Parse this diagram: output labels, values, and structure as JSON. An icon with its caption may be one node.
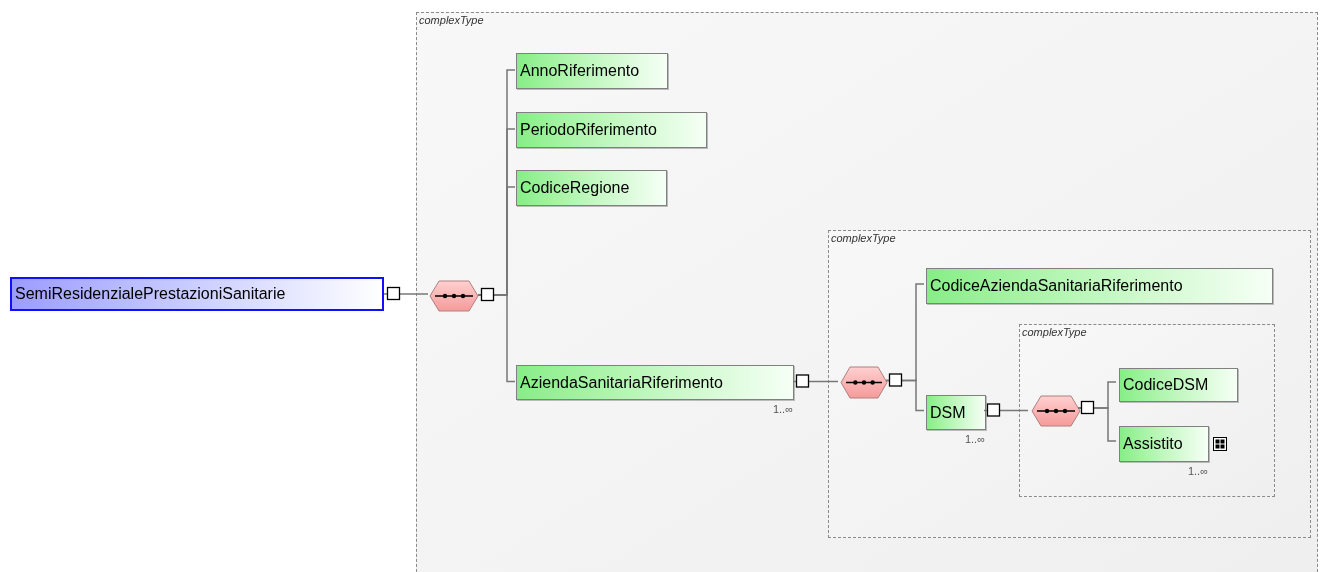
{
  "diagram": {
    "nodes": [
      {
        "text": [
          "SemiResidenzialePrestazioniSanitarie"
        ]
      },
      {
        "text": [
          "complexType"
        ]
      },
      {
        "text": [],
        "shape": "hexagon",
        "in": 1
      },
      {
        "text": [
          "AnnoRiferimento"
        ],
        "in": 1
      },
      {
        "text": [
          "PeriodoRiferimento"
        ],
        "in": 1
      },
      {
        "text": [
          "CodiceRegione"
        ],
        "in": 1
      },
      {
        "text": [
          "AziendaSanitariaRiferimento"
        ],
        "in": 1,
        "beside": [
          "1..∞"
        ]
      },
      {
        "text": [
          "complexType"
        ],
        "in": 1
      },
      {
        "text": [],
        "shape": "hexagon",
        "in": 7
      },
      {
        "text": [
          "CodiceAziendaSanitariaRiferimento"
        ],
        "in": 7
      },
      {
        "text": [
          "DSM"
        ],
        "in": 7,
        "beside": [
          "1..∞"
        ]
      },
      {
        "text": [
          "complexType"
        ],
        "in": 7
      },
      {
        "text": [],
        "shape": "hexagon",
        "in": 11
      },
      {
        "text": [
          "CodiceDSM"
        ],
        "in": 11
      },
      {
        "text": [
          "Assistito"
        ],
        "in": 11,
        "beside": [
          "1..∞"
        ]
      }
    ],
    "edges": [
      {
        "from": 0,
        "to": 2,
        "arrow": "none"
      },
      {
        "from": 2,
        "to": 3,
        "arrow": "none"
      },
      {
        "from": 2,
        "to": 4,
        "arrow": "none"
      },
      {
        "from": 2,
        "to": 5,
        "arrow": "none"
      },
      {
        "from": 2,
        "to": 6,
        "arrow": "none"
      },
      {
        "from": 6,
        "to": 8,
        "arrow": "none"
      },
      {
        "from": 8,
        "to": 9,
        "arrow": "none"
      },
      {
        "from": 8,
        "to": 10,
        "arrow": "none"
      },
      {
        "from": 10,
        "to": 12,
        "arrow": "none"
      },
      {
        "from": 12,
        "to": 13,
        "arrow": "none"
      },
      {
        "from": 12,
        "to": 14,
        "arrow": "none"
      }
    ]
  }
}
